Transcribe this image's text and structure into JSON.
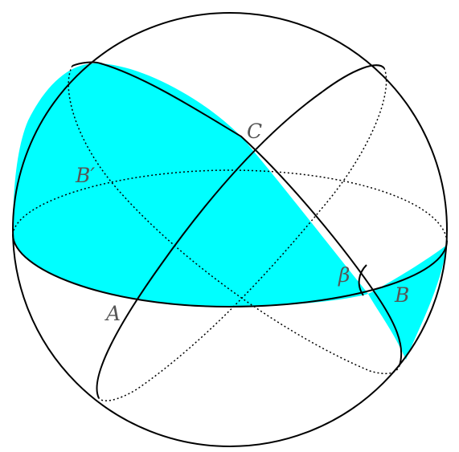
{
  "colors": {
    "fill": "#00ffff",
    "stroke": "#000000",
    "label": "#555555",
    "background": "#ffffff"
  },
  "labels": {
    "A": "A",
    "B": "B",
    "B_prime": "B′",
    "C": "C",
    "beta": "β"
  }
}
